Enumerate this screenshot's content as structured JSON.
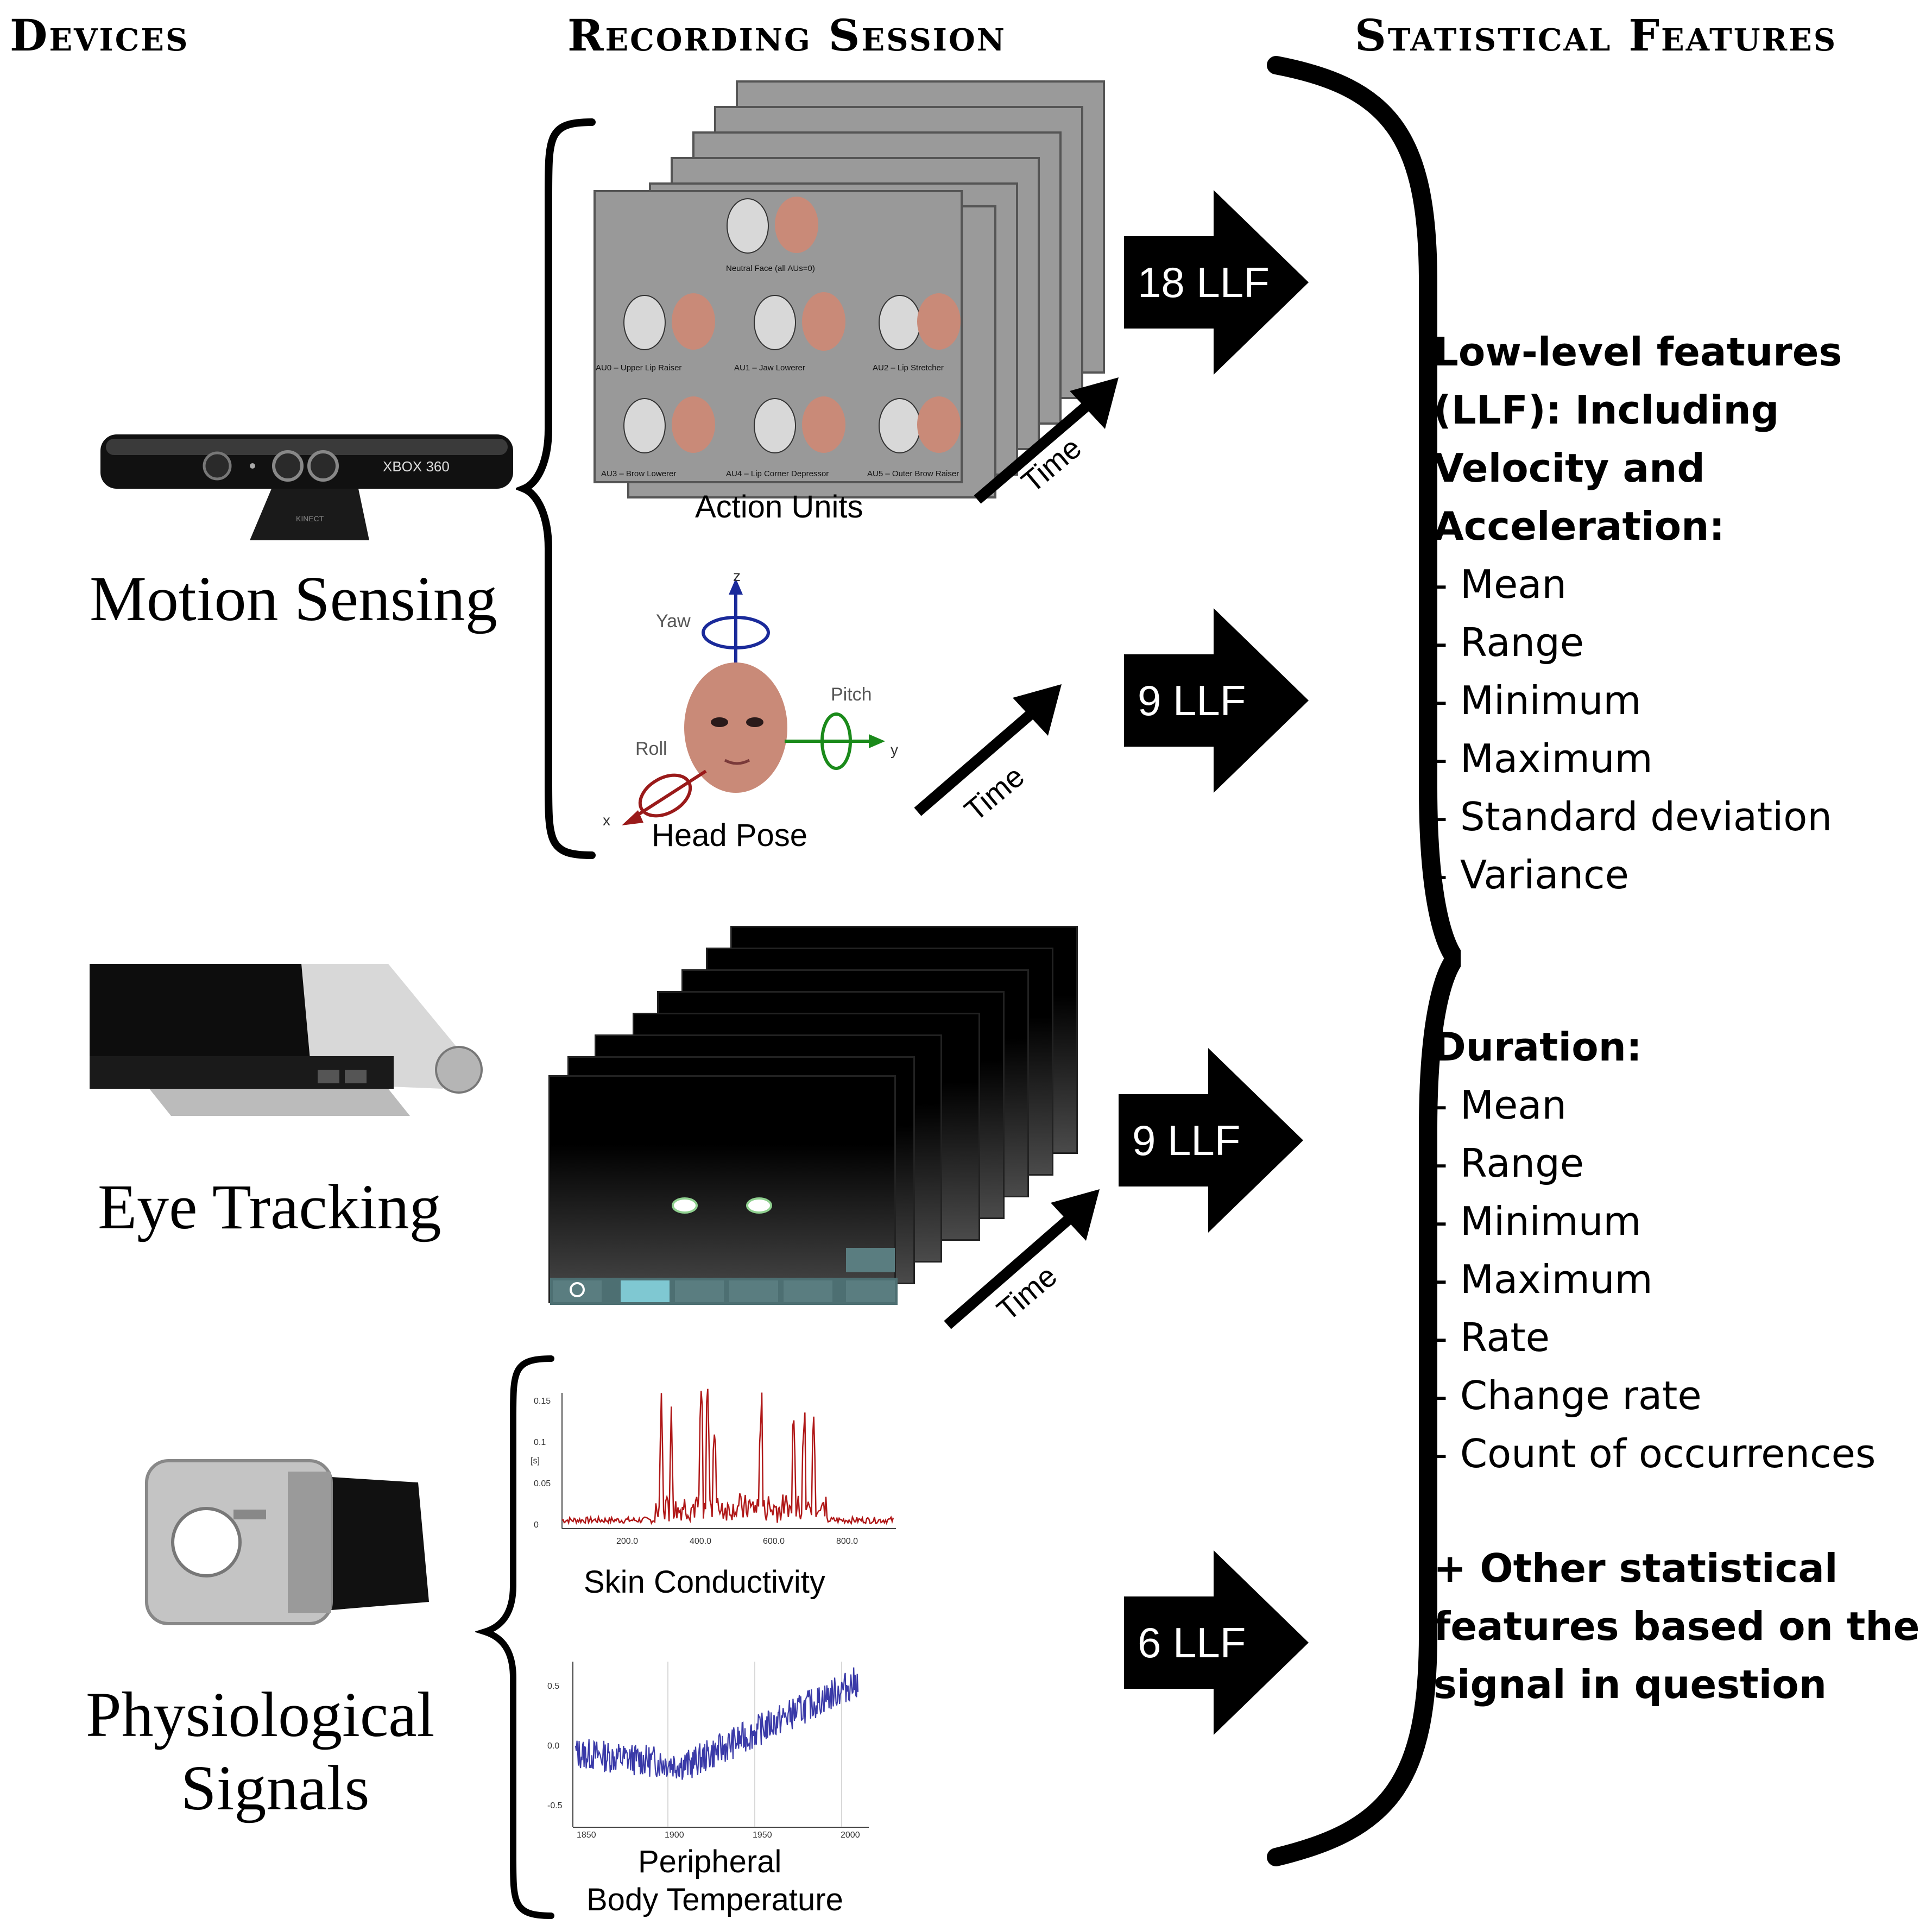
{
  "headers": {
    "devices": "Devices",
    "recording": "Recording Session",
    "features": "Statistical Features"
  },
  "devices": {
    "motion": "Motion Sensing",
    "eye": "Eye Tracking",
    "physio_line1": "Physiological",
    "physio_line2": "Signals",
    "kinect_brand": "XBOX 360",
    "kinect_base": "KINECT"
  },
  "recording": {
    "action_units": "Action Units",
    "head_pose": "Head Pose",
    "skin": "Skin Conductivity",
    "temp_line1": "Peripheral",
    "temp_line2": "Body Temperature",
    "time": "Time",
    "au_labels": {
      "neutral": "Neutral Face (all AUs=0)",
      "au0": "AU0 – Upper Lip Raiser",
      "au1": "AU1 – Jaw Lowerer",
      "au2": "AU2 – Lip Stretcher",
      "au3": "AU3 – Brow Lowerer",
      "au4": "AU4 – Lip Corner Depressor",
      "au5": "AU5 – Outer Brow Raiser"
    },
    "pose_axes": {
      "yaw": "Yaw",
      "pitch": "Pitch",
      "roll": "Roll",
      "x": "x",
      "y": "y",
      "z": "z"
    },
    "skin_axis": {
      "y_ticks": [
        "0.15",
        "0.1",
        "0.05",
        "0"
      ],
      "x_ticks": [
        "200.0",
        "400.0",
        "600.0",
        "800.0"
      ],
      "y_unit": "[s]"
    },
    "temp_axis": {
      "y_ticks": [
        "0.5",
        "0.0",
        "-0.5"
      ],
      "x_ticks": [
        "1850",
        "1900",
        "1950",
        "2000"
      ]
    }
  },
  "llf": {
    "au": "18 LLF",
    "pose": "9 LLF",
    "eye": "9 LLF",
    "physio": "6 LLF"
  },
  "features": {
    "llf_heading": [
      "Low-level features",
      "(LLF): Including",
      "Velocity and",
      "Acceleration:"
    ],
    "llf_items": [
      "- Mean",
      "- Range",
      "- Minimum",
      "- Maximum",
      "- Standard deviation",
      "- Variance"
    ],
    "duration_heading": "Duration:",
    "duration_items": [
      "- Mean",
      "- Range",
      "- Minimum",
      "- Maximum",
      "- Rate",
      "- Change rate",
      "- Count of occurrences"
    ],
    "other": [
      "+ Other statistical",
      "features based on the",
      "signal in question"
    ]
  },
  "colors": {
    "skin_signal": "#b01818",
    "temp_signal": "#3a3aa8",
    "yaw_axis": "#1a2a9a",
    "pitch_axis": "#1a8a1a",
    "roll_axis": "#9a1a1a"
  }
}
